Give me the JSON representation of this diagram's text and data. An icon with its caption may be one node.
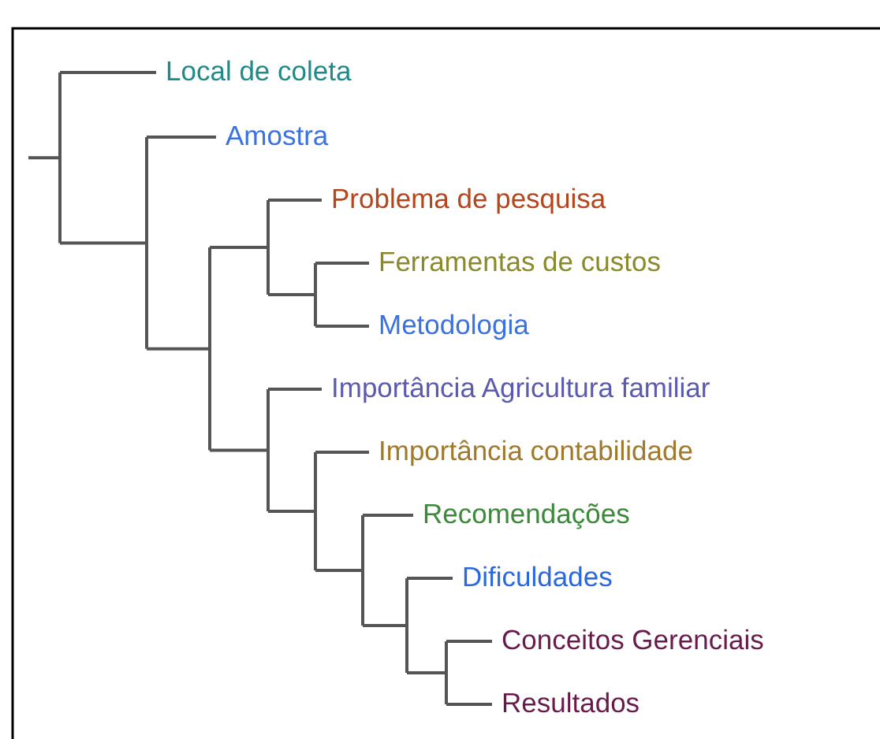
{
  "diagram": {
    "nodes": [
      {
        "text": [
          "Local de coleta"
        ]
      },
      {
        "text": [
          "Amostra"
        ]
      },
      {
        "text": [
          "Problema de pesquisa"
        ]
      },
      {
        "text": [
          "Ferramentas de custos"
        ]
      },
      {
        "text": [
          "Metodologia"
        ]
      },
      {
        "text": [
          "Importância Agricultura familiar"
        ]
      },
      {
        "text": [
          "Importância contabilidade"
        ]
      },
      {
        "text": [
          "Recomendações"
        ]
      },
      {
        "text": [
          "Dificuldades"
        ]
      },
      {
        "text": [
          "Conceitos Gerenciais"
        ]
      },
      {
        "text": [
          "Resultados"
        ]
      }
    ]
  }
}
